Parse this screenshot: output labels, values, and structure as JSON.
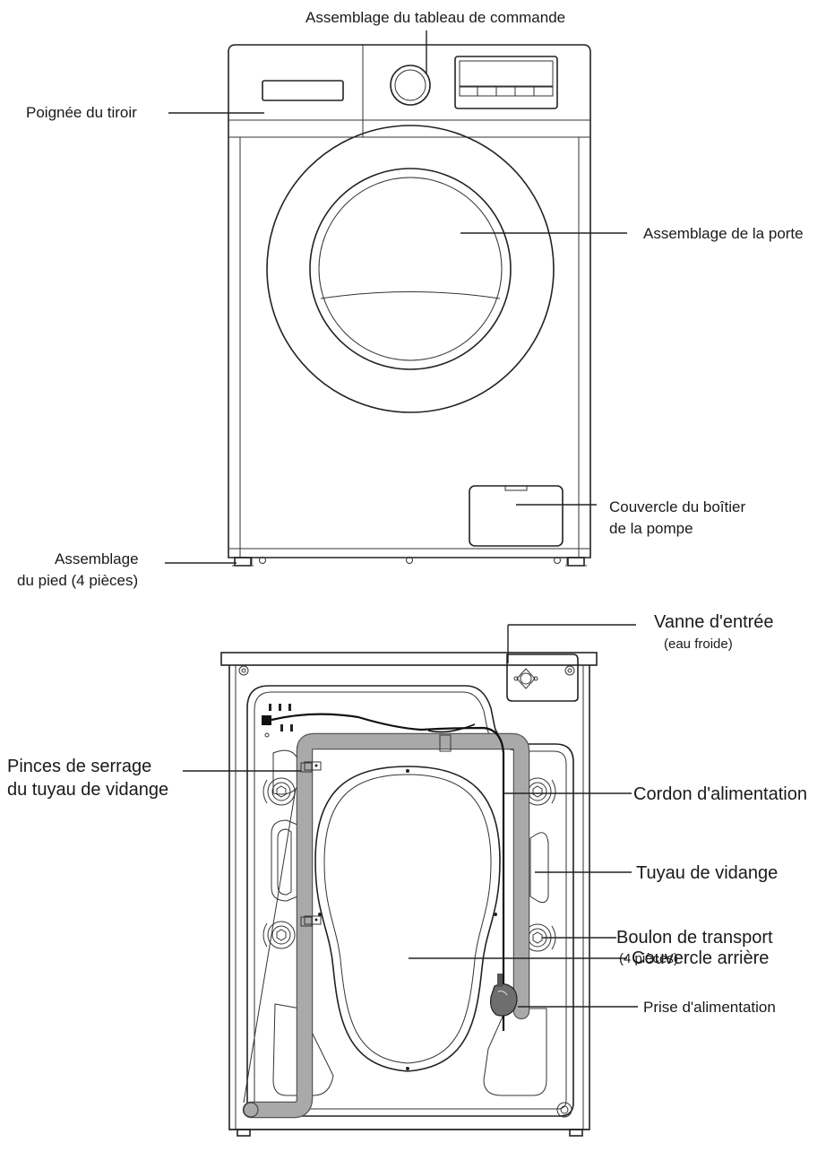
{
  "front_view": {
    "labels": {
      "control_panel": "Assemblage du tableau de commande",
      "drawer_handle": "Poignée du tiroir",
      "door": "Assemblage de la porte",
      "pump_cover_line1": "Couvercle du boîtier",
      "pump_cover_line2": "de la pompe",
      "foot_line1": "Assemblage",
      "foot_line2": "du pied (4 pièces)"
    }
  },
  "rear_view": {
    "labels": {
      "inlet_valve": "Vanne d'entrée",
      "inlet_valve_note": "(eau froide)",
      "hose_clamps_line1": "Pinces de serrage",
      "hose_clamps_line2": "du tuyau de vidange",
      "power_cord": "Cordon d'alimentation",
      "drain_hose": "Tuyau de vidange",
      "transport_bolt": "Boulon de transport",
      "transport_bolt_note": "(4 pièces)",
      "rear_cover": "Couvercle arrière",
      "power_plug": "Prise d'alimentation"
    }
  },
  "colors": {
    "line": "#222222",
    "hose_fill": "#a9a9a9",
    "plug_fill": "#6e6e6e",
    "background": "#ffffff"
  }
}
